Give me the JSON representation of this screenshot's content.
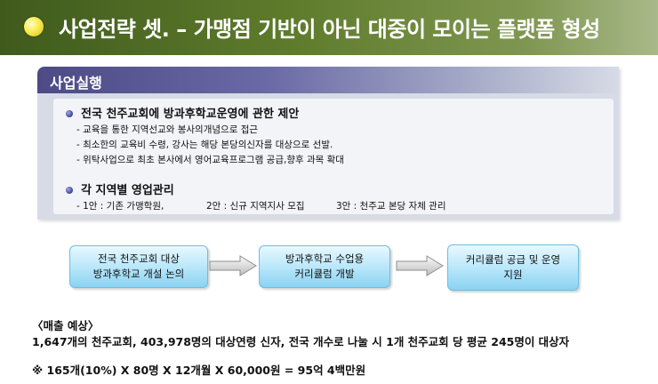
{
  "header": {
    "title": "사업전략 셋. – 가맹점 기반이 아닌 대중이 모이는 플랫폼 형성"
  },
  "panel": {
    "tab_label": "사업실행",
    "sections": [
      {
        "title": "전국 천주교회에 방과후학교운영에 관한 제안",
        "items": [
          "- 교육을 통한 지역선교와 봉사의개념으로 접근",
          "- 최소한의 교육비 수령, 강사는 해당 본당의신자를 대상으로 선발.",
          "- 위탁사업으로 최초 본사에서 영어교육프로그램 공급,향후 과목 확대"
        ]
      },
      {
        "title": "각 지역별 영업관리",
        "options": [
          "- 1안 : 기존 가맹학원,",
          "2안 : 신규 지역지사 모집",
          "3안 : 천주교 본당 자체 관리"
        ]
      }
    ]
  },
  "flow": {
    "boxes": [
      [
        "전국 천주교회 대상",
        "방과후학교 개설 논의"
      ],
      [
        "방과후학교 수업용",
        "커리큘럼 개발"
      ],
      [
        "커리큘럼 공급 및 운영",
        "지원"
      ]
    ]
  },
  "sales": {
    "heading": "〈매출 예상〉",
    "line1": "1,647개의 천주교회, 403,978명의 대상연령 신자, 전국 개수로 나눌 시 1개 천주교회 당 평균 245명이 대상자",
    "line2": "※ 165개(10%) X 80명 X 12개월 X 60,000원 = 95억 4백만원"
  },
  "colors": {
    "header_green": "#5f7c2c",
    "panel_tab": "#4d4a86",
    "flow_box": "#8ad3f2"
  }
}
